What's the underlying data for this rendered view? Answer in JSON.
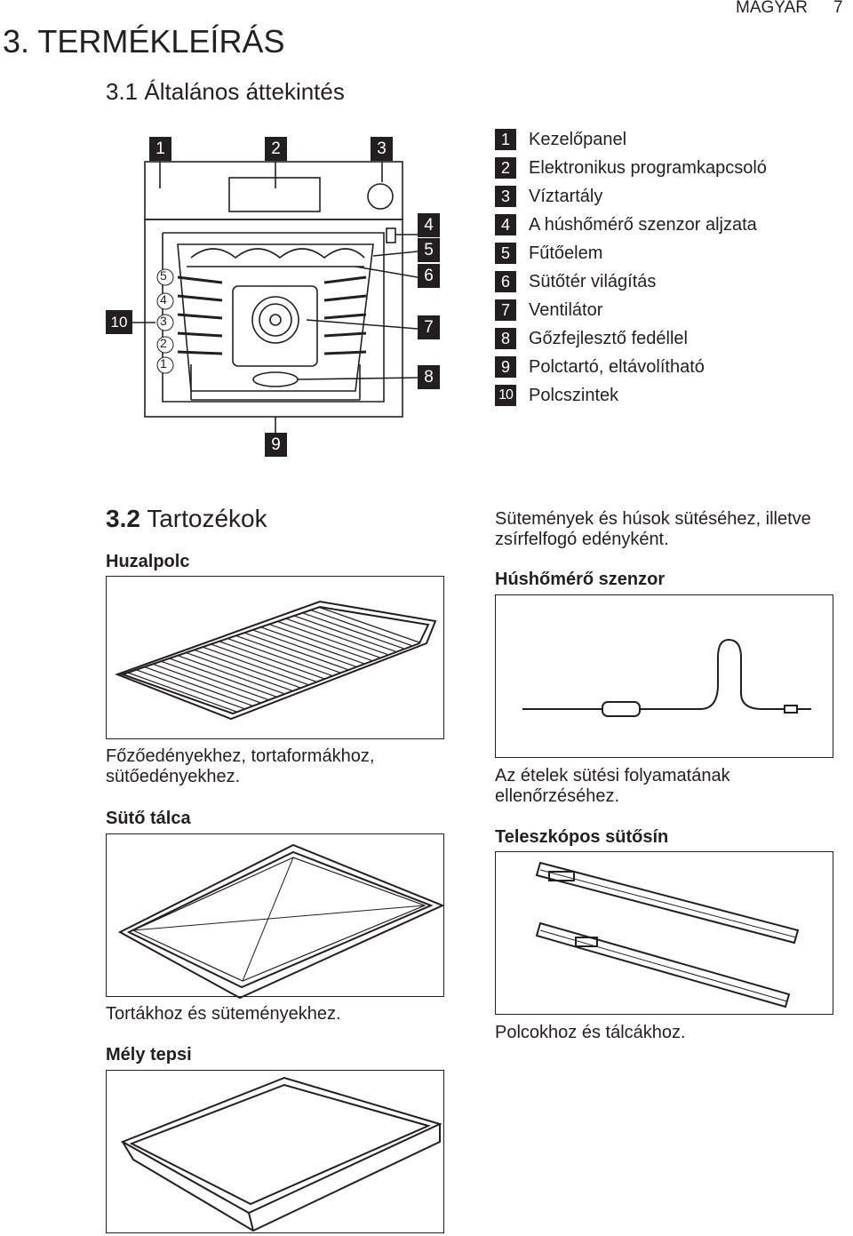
{
  "header": {
    "language": "MAGYAR",
    "page_number": "7"
  },
  "section": {
    "number": "3.",
    "title": "TERMÉKLEÍRÁS",
    "subsection_number": "3.1",
    "subsection_title": "Általános áttekintés"
  },
  "overview": {
    "callouts": [
      "1",
      "2",
      "3",
      "4",
      "5",
      "6",
      "7",
      "8",
      "9",
      "10"
    ],
    "shelf_levels": [
      "5",
      "4",
      "3",
      "2",
      "1"
    ],
    "legend": [
      {
        "num": "1",
        "label": "Kezelőpanel"
      },
      {
        "num": "2",
        "label": "Elektronikus programkapcsoló"
      },
      {
        "num": "3",
        "label": "Víztartály"
      },
      {
        "num": "4",
        "label": "A húshőmérő szenzor aljzata"
      },
      {
        "num": "5",
        "label": "Fűtőelem"
      },
      {
        "num": "6",
        "label": "Sütőtér világítás"
      },
      {
        "num": "7",
        "label": "Ventilátor"
      },
      {
        "num": "8",
        "label": "Gőzfejlesztő fedéllel"
      },
      {
        "num": "9",
        "label": "Polctartó, eltávolítható"
      },
      {
        "num": "10",
        "label": "Polcszintek"
      }
    ]
  },
  "accessories": {
    "subsection_number": "3.2",
    "subsection_title": "Tartozékok",
    "items": [
      {
        "name": "Huzalpolc",
        "description": "Főzőedényekhez, tortaformákhoz, sütőedényekhez."
      },
      {
        "name": "Sütő tálca",
        "description": "Tortákhoz és süteményekhez."
      },
      {
        "name": "Mély tepsi",
        "description": "Sütemények és húsok sütéséhez, illetve zsírfelfogó edényként."
      },
      {
        "name": "Húshőmérő szenzor",
        "description": "Az ételek sütési folyamatának ellenőrzéséhez."
      },
      {
        "name": "Teleszkópos sütősín",
        "description": "Polcokhoz és tálcákhoz."
      }
    ]
  }
}
